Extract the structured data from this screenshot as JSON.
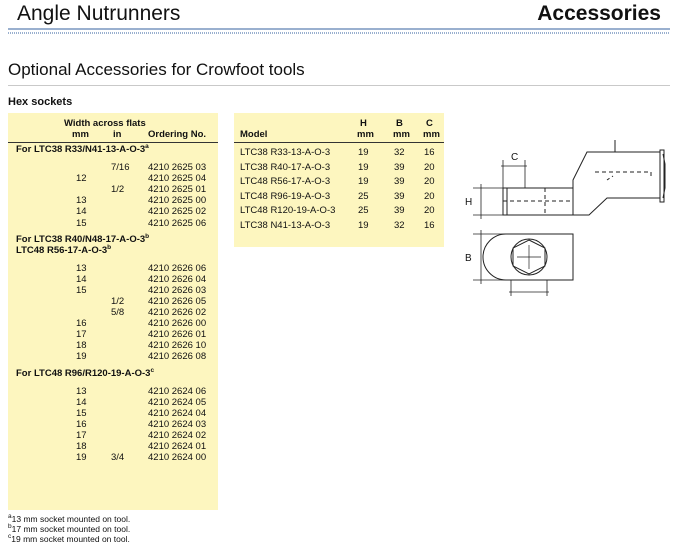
{
  "header": {
    "title_left": "Angle Nutrunners",
    "title_right": "Accessories"
  },
  "page_title": "Optional Accessories for Crowfoot tools",
  "section_label": "Hex sockets",
  "hex_table": {
    "head_line1": "Width across flats",
    "col_mm": "mm",
    "col_in": "in",
    "col_ordering": "Ordering No.",
    "groups": [
      {
        "title": "For LTC38 R33/N41-13-A-O-3",
        "sup": "a",
        "title2": "",
        "sup2": "",
        "rows": [
          {
            "mm": "",
            "in": "7/16",
            "no": "4210 2625 03"
          },
          {
            "mm": "12",
            "in": "",
            "no": "4210 2625 04"
          },
          {
            "mm": "",
            "in": "1/2",
            "no": "4210 2625 01"
          },
          {
            "mm": "13",
            "in": "",
            "no": "4210 2625 00"
          },
          {
            "mm": "14",
            "in": "",
            "no": "4210 2625 02"
          },
          {
            "mm": "15",
            "in": "",
            "no": "4210 2625 06"
          }
        ]
      },
      {
        "title": "For LTC38 R40/N48-17-A-O-3",
        "sup": "b",
        "title2": "LTC48 R56-17-A-O-3",
        "sup2": "b",
        "rows": [
          {
            "mm": "13",
            "in": "",
            "no": "4210 2626 06"
          },
          {
            "mm": "14",
            "in": "",
            "no": "4210 2626 04"
          },
          {
            "mm": "15",
            "in": "",
            "no": "4210 2626 03"
          },
          {
            "mm": "",
            "in": "1/2",
            "no": "4210 2626 05"
          },
          {
            "mm": "",
            "in": "5/8",
            "no": "4210 2626 02"
          },
          {
            "mm": "16",
            "in": "",
            "no": "4210 2626 00"
          },
          {
            "mm": "17",
            "in": "",
            "no": "4210 2626 01"
          },
          {
            "mm": "18",
            "in": "",
            "no": "4210 2626 10"
          },
          {
            "mm": "19",
            "in": "",
            "no": "4210 2626 08"
          }
        ]
      },
      {
        "title": "For LTC48 R96/R120-19-A-O-3",
        "sup": "c",
        "title2": "",
        "sup2": "",
        "rows": [
          {
            "mm": "13",
            "in": "",
            "no": "4210 2624 06"
          },
          {
            "mm": "14",
            "in": "",
            "no": "4210 2624 05"
          },
          {
            "mm": "15",
            "in": "",
            "no": "4210 2624 04"
          },
          {
            "mm": "16",
            "in": "",
            "no": "4210 2624 03"
          },
          {
            "mm": "17",
            "in": "",
            "no": "4210 2624 02"
          },
          {
            "mm": "18",
            "in": "",
            "no": "4210 2624 01"
          },
          {
            "mm": "19",
            "in": "3/4",
            "no": "4210 2624 00"
          }
        ]
      }
    ]
  },
  "model_table": {
    "col_model": "Model",
    "col_h": "H",
    "col_b": "B",
    "col_c": "C",
    "unit": "mm",
    "rows": [
      {
        "model": "LTC38 R33-13-A-O-3",
        "h": "19",
        "b": "32",
        "c": "16"
      },
      {
        "model": "LTC38 R40-17-A-O-3",
        "h": "19",
        "b": "39",
        "c": "20"
      },
      {
        "model": "LTC48 R56-17-A-O-3",
        "h": "19",
        "b": "39",
        "c": "20"
      },
      {
        "model": "LTC48 R96-19-A-O-3",
        "h": "25",
        "b": "39",
        "c": "20"
      },
      {
        "model": "LTC48 R120-19-A-O-3",
        "h": "25",
        "b": "39",
        "c": "20"
      },
      {
        "model": "LTC38 N41-13-A-O-3",
        "h": "19",
        "b": "32",
        "c": "16"
      }
    ]
  },
  "footnotes": [
    {
      "mark": "a",
      "text": "13 mm socket mounted on tool."
    },
    {
      "mark": "b",
      "text": "17 mm socket mounted on tool."
    },
    {
      "mark": "c",
      "text": "19 mm socket mounted on tool."
    }
  ],
  "diagram": {
    "label_c": "C",
    "label_h": "H",
    "label_b": "B"
  }
}
